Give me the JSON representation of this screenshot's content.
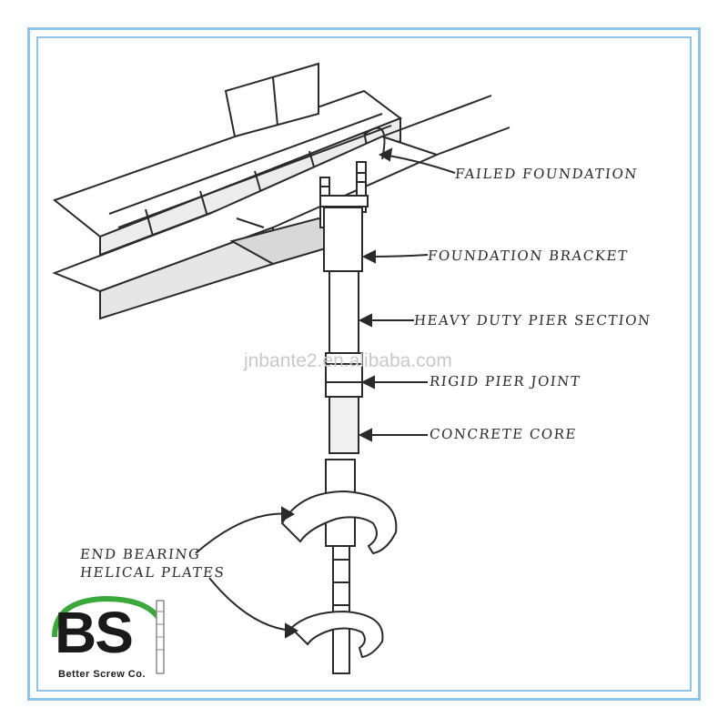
{
  "labels": {
    "failed_foundation": "FAILED FOUNDATION",
    "foundation_bracket": "FOUNDATION BRACKET",
    "heavy_duty_pier_section": "HEAVY DUTY PIER SECTION",
    "rigid_pier_joint": "RIGID PIER JOINT",
    "concrete_core": "CONCRETE CORE",
    "end_bearing_helical_plates_line1": "END BEARING",
    "end_bearing_helical_plates_line2": "HELICAL PLATES"
  },
  "watermark": "jnbante2.en.alibaba.com",
  "logo": {
    "letters": "BS",
    "company": "Better Screw Co.",
    "accent_color": "#3aa83a"
  },
  "colors": {
    "frame": "#8ec5e8",
    "ink": "#2a2a2a"
  }
}
